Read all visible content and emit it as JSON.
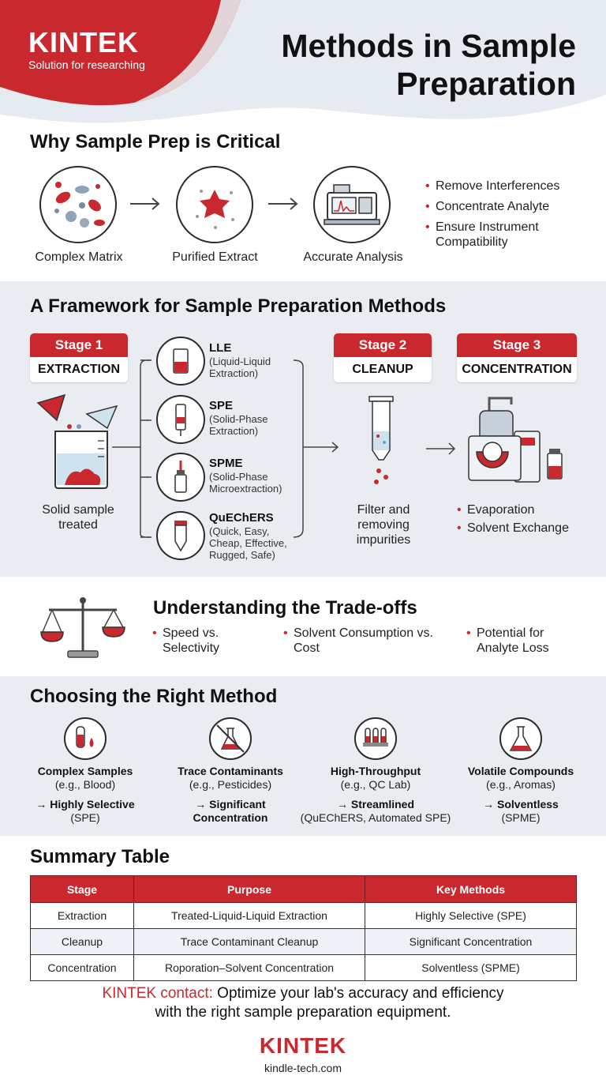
{
  "brand": {
    "name": "KINTEK",
    "tagline": "Solution for researching"
  },
  "title": {
    "line1": "Methods in Sample",
    "line2": "Preparation"
  },
  "why": {
    "heading": "Why Sample Prep is Critical",
    "steps": [
      "Complex Matrix",
      "Purified Extract",
      "Accurate Analysis"
    ],
    "bullets": [
      "Remove Interferences",
      "Concentrate Analyte",
      "Ensure Instrument Compatibility"
    ]
  },
  "framework": {
    "heading": "A Framework for Sample Preparation Methods",
    "stages": [
      {
        "label": "Stage 1",
        "name": "EXTRACTION"
      },
      {
        "label": "Stage 2",
        "name": "CLEANUP"
      },
      {
        "label": "Stage 3",
        "name": "CONCENTRATION"
      }
    ],
    "extraction_caption": "Solid sample treated",
    "methods": [
      {
        "name": "LLE",
        "desc": "(Liquid-Liquid Extraction)"
      },
      {
        "name": "SPE",
        "desc": "(Solid-Phase Extraction)"
      },
      {
        "name": "SPME",
        "desc": "(Solid-Phase Microextraction)"
      },
      {
        "name": "QuEChERS",
        "desc": "(Quick, Easy, Cheap, Effective, Rugged, Safe)"
      }
    ],
    "cleanup_caption": "Filter and removing impurities",
    "concentration_bullets": [
      "Evaporation",
      "Solvent Exchange"
    ]
  },
  "tradeoffs": {
    "heading": "Understanding the Trade-offs",
    "items": [
      "Speed vs. Selectivity",
      "Solvent Consumption vs. Cost",
      "Potential for Analyte Loss"
    ]
  },
  "choosing": {
    "heading": "Choosing the Right Method",
    "items": [
      {
        "title": "Complex Samples",
        "example": "(e.g., Blood)",
        "rec": "→ Highly Selective",
        "rec2": "(SPE)"
      },
      {
        "title": "Trace Contaminants",
        "example": "(e.g., Pesticides)",
        "rec": "→ Significant",
        "rec2": "Concentration"
      },
      {
        "title": "High-Throughput",
        "example": "(e.g., QC Lab)",
        "rec": "→ Streamlined",
        "rec2": "(QuEChERS, Automated SPE)"
      },
      {
        "title": "Volatile Compounds",
        "example": "(e.g., Aromas)",
        "rec": "→ Solventless",
        "rec2": "(SPME)"
      }
    ]
  },
  "summary": {
    "heading": "Summary Table",
    "columns": [
      "Stage",
      "Purpose",
      "Key Methods"
    ],
    "rows": [
      [
        "Extraction",
        "Treated-Liquid-Liquid Extraction",
        "Highly Selective (SPE)"
      ],
      [
        "Cleanup",
        "Trace Contaminant Cleanup",
        "Significant Concentration"
      ],
      [
        "Concentration",
        "Roporation–Solvent Concentration",
        "Solventless (SPME)"
      ]
    ]
  },
  "footer": {
    "contact_label": "KINTEK contact:",
    "contact_text1": "Optimize your lab's accuracy and efficiency",
    "contact_text2": "with the right sample preparation equipment.",
    "brand": "KINTEK",
    "url": "kindle-tech.com"
  },
  "colors": {
    "accent": "#c8282e",
    "section_bg": "#e9edf2",
    "text": "#1a1a1a"
  }
}
